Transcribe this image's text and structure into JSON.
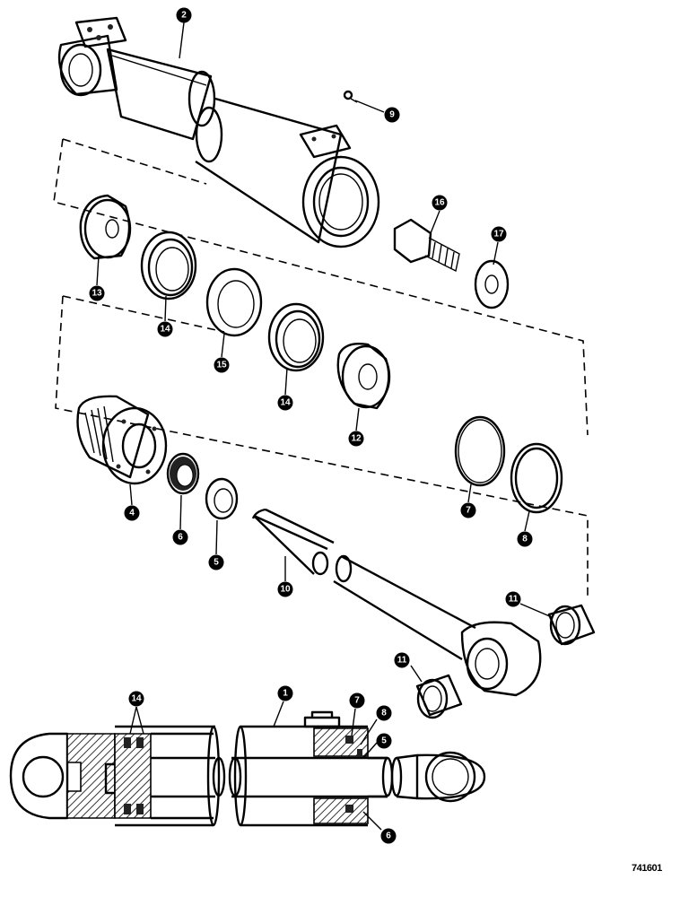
{
  "figure_number": "741601",
  "callouts": [
    {
      "id": "c2",
      "label": "2"
    },
    {
      "id": "c9",
      "label": "9"
    },
    {
      "id": "c16",
      "label": "16"
    },
    {
      "id": "c17",
      "label": "17"
    },
    {
      "id": "c13",
      "label": "13"
    },
    {
      "id": "c14a",
      "label": "14"
    },
    {
      "id": "c15",
      "label": "15"
    },
    {
      "id": "c14b",
      "label": "14"
    },
    {
      "id": "c12",
      "label": "12"
    },
    {
      "id": "c4",
      "label": "4"
    },
    {
      "id": "c6a",
      "label": "6"
    },
    {
      "id": "c5a",
      "label": "5"
    },
    {
      "id": "c7a",
      "label": "7"
    },
    {
      "id": "c8a",
      "label": "8"
    },
    {
      "id": "c10",
      "label": "10"
    },
    {
      "id": "c11a",
      "label": "11"
    },
    {
      "id": "c11b",
      "label": "11"
    },
    {
      "id": "c14c",
      "label": "14"
    },
    {
      "id": "c1",
      "label": "1"
    },
    {
      "id": "c7b",
      "label": "7"
    },
    {
      "id": "c8b",
      "label": "8"
    },
    {
      "id": "c5b",
      "label": "5"
    },
    {
      "id": "c6b",
      "label": "6"
    }
  ]
}
